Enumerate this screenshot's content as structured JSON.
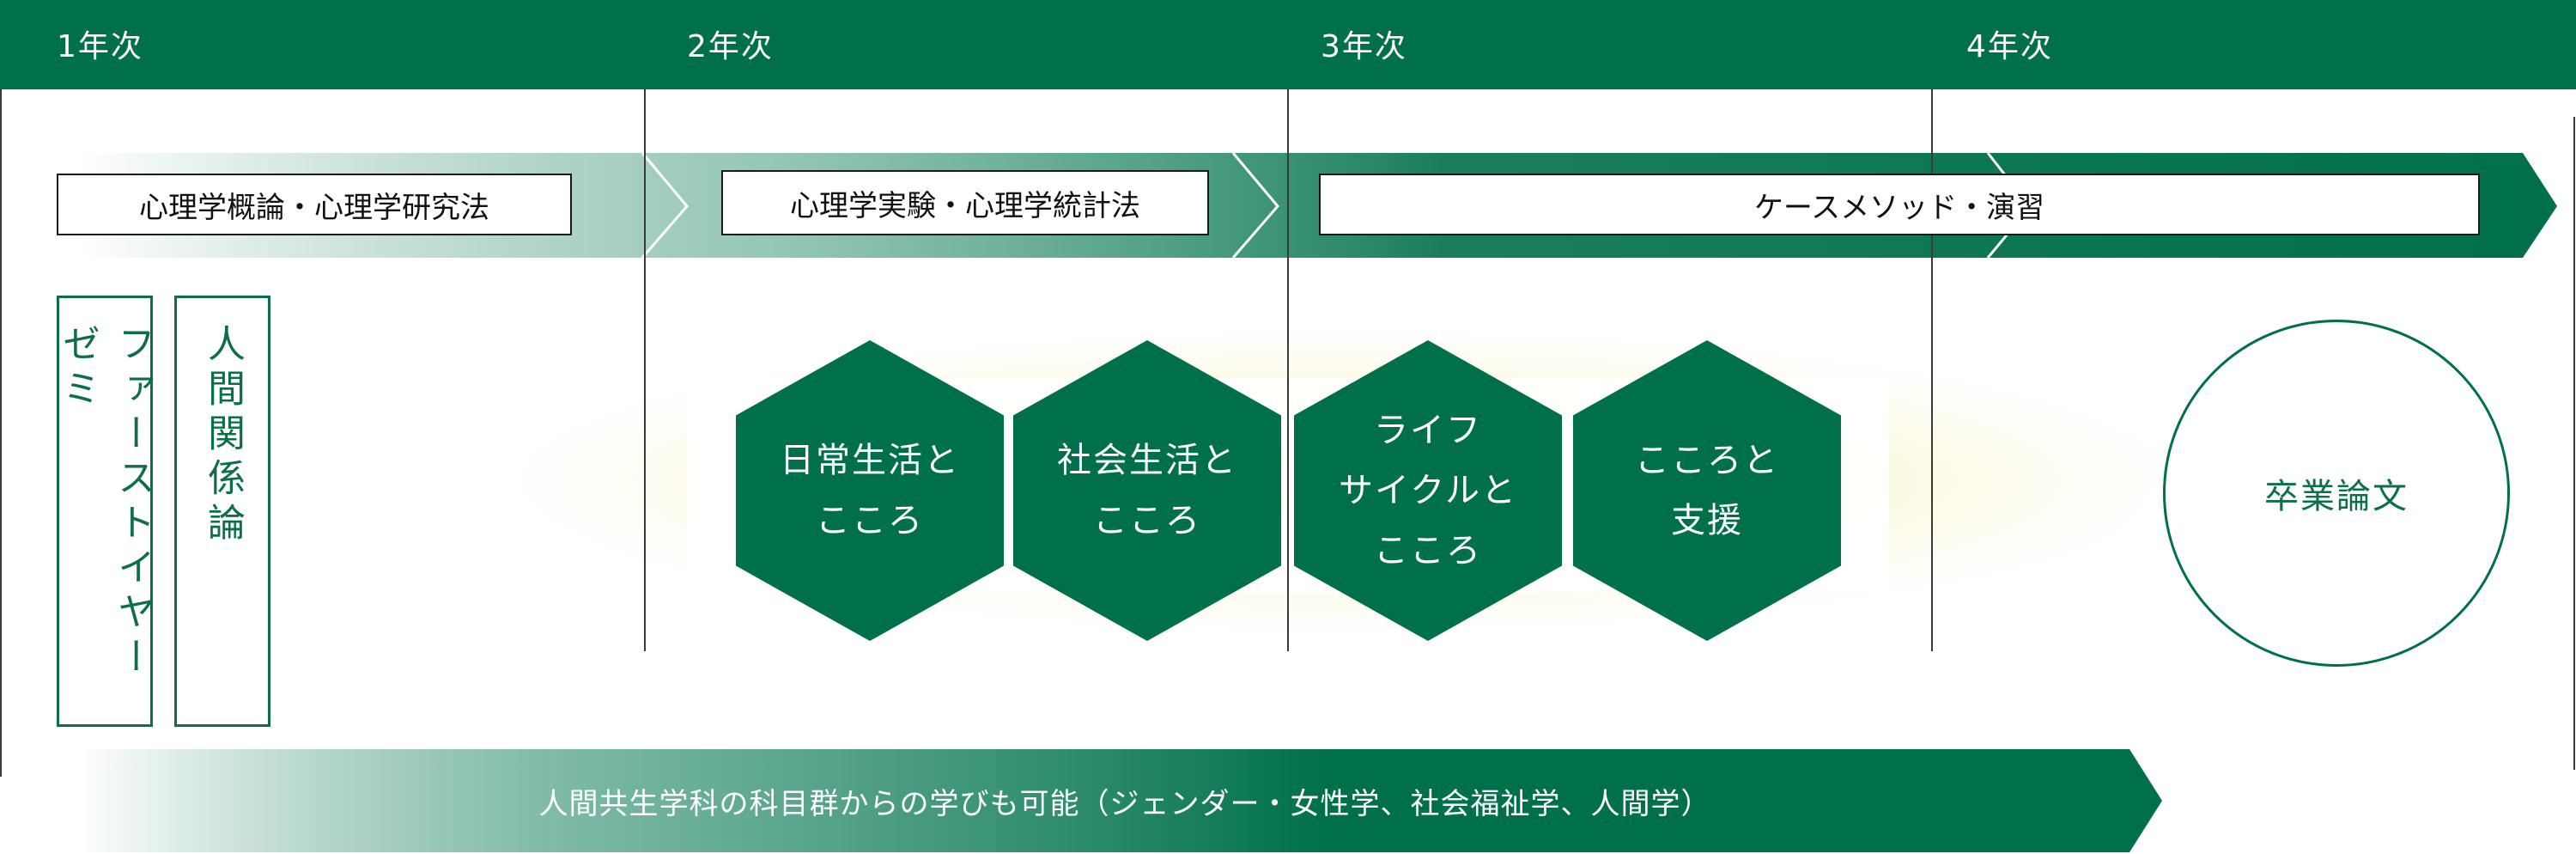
{
  "years": [
    "1年次",
    "2年次",
    "3年次",
    "4年次"
  ],
  "courses": {
    "year1": "心理学概論・心理学研究法",
    "year2": "心理学実験・心理学統計法",
    "year34": "ケースメソッド・演習"
  },
  "seminars": {
    "first_year_seminar": "ファーストイヤーゼミ",
    "human_relations": "人間関係論"
  },
  "themes": [
    "日常生活と\nこころ",
    "社会生活と\nこころ",
    "ライフ\nサイクルと\nこころ",
    "こころと\n支援"
  ],
  "thesis": "卒業論文",
  "bottom_note": "人間共生学科の科目群からの学びも可能（ジェンダー・女性学、社会福祉学、人間学）",
  "colors": {
    "primary_green": "#00704a",
    "dark_green": "#0d6f47",
    "light_green": "#b7d6c6",
    "glow_yellow": "#fbf6c8"
  }
}
